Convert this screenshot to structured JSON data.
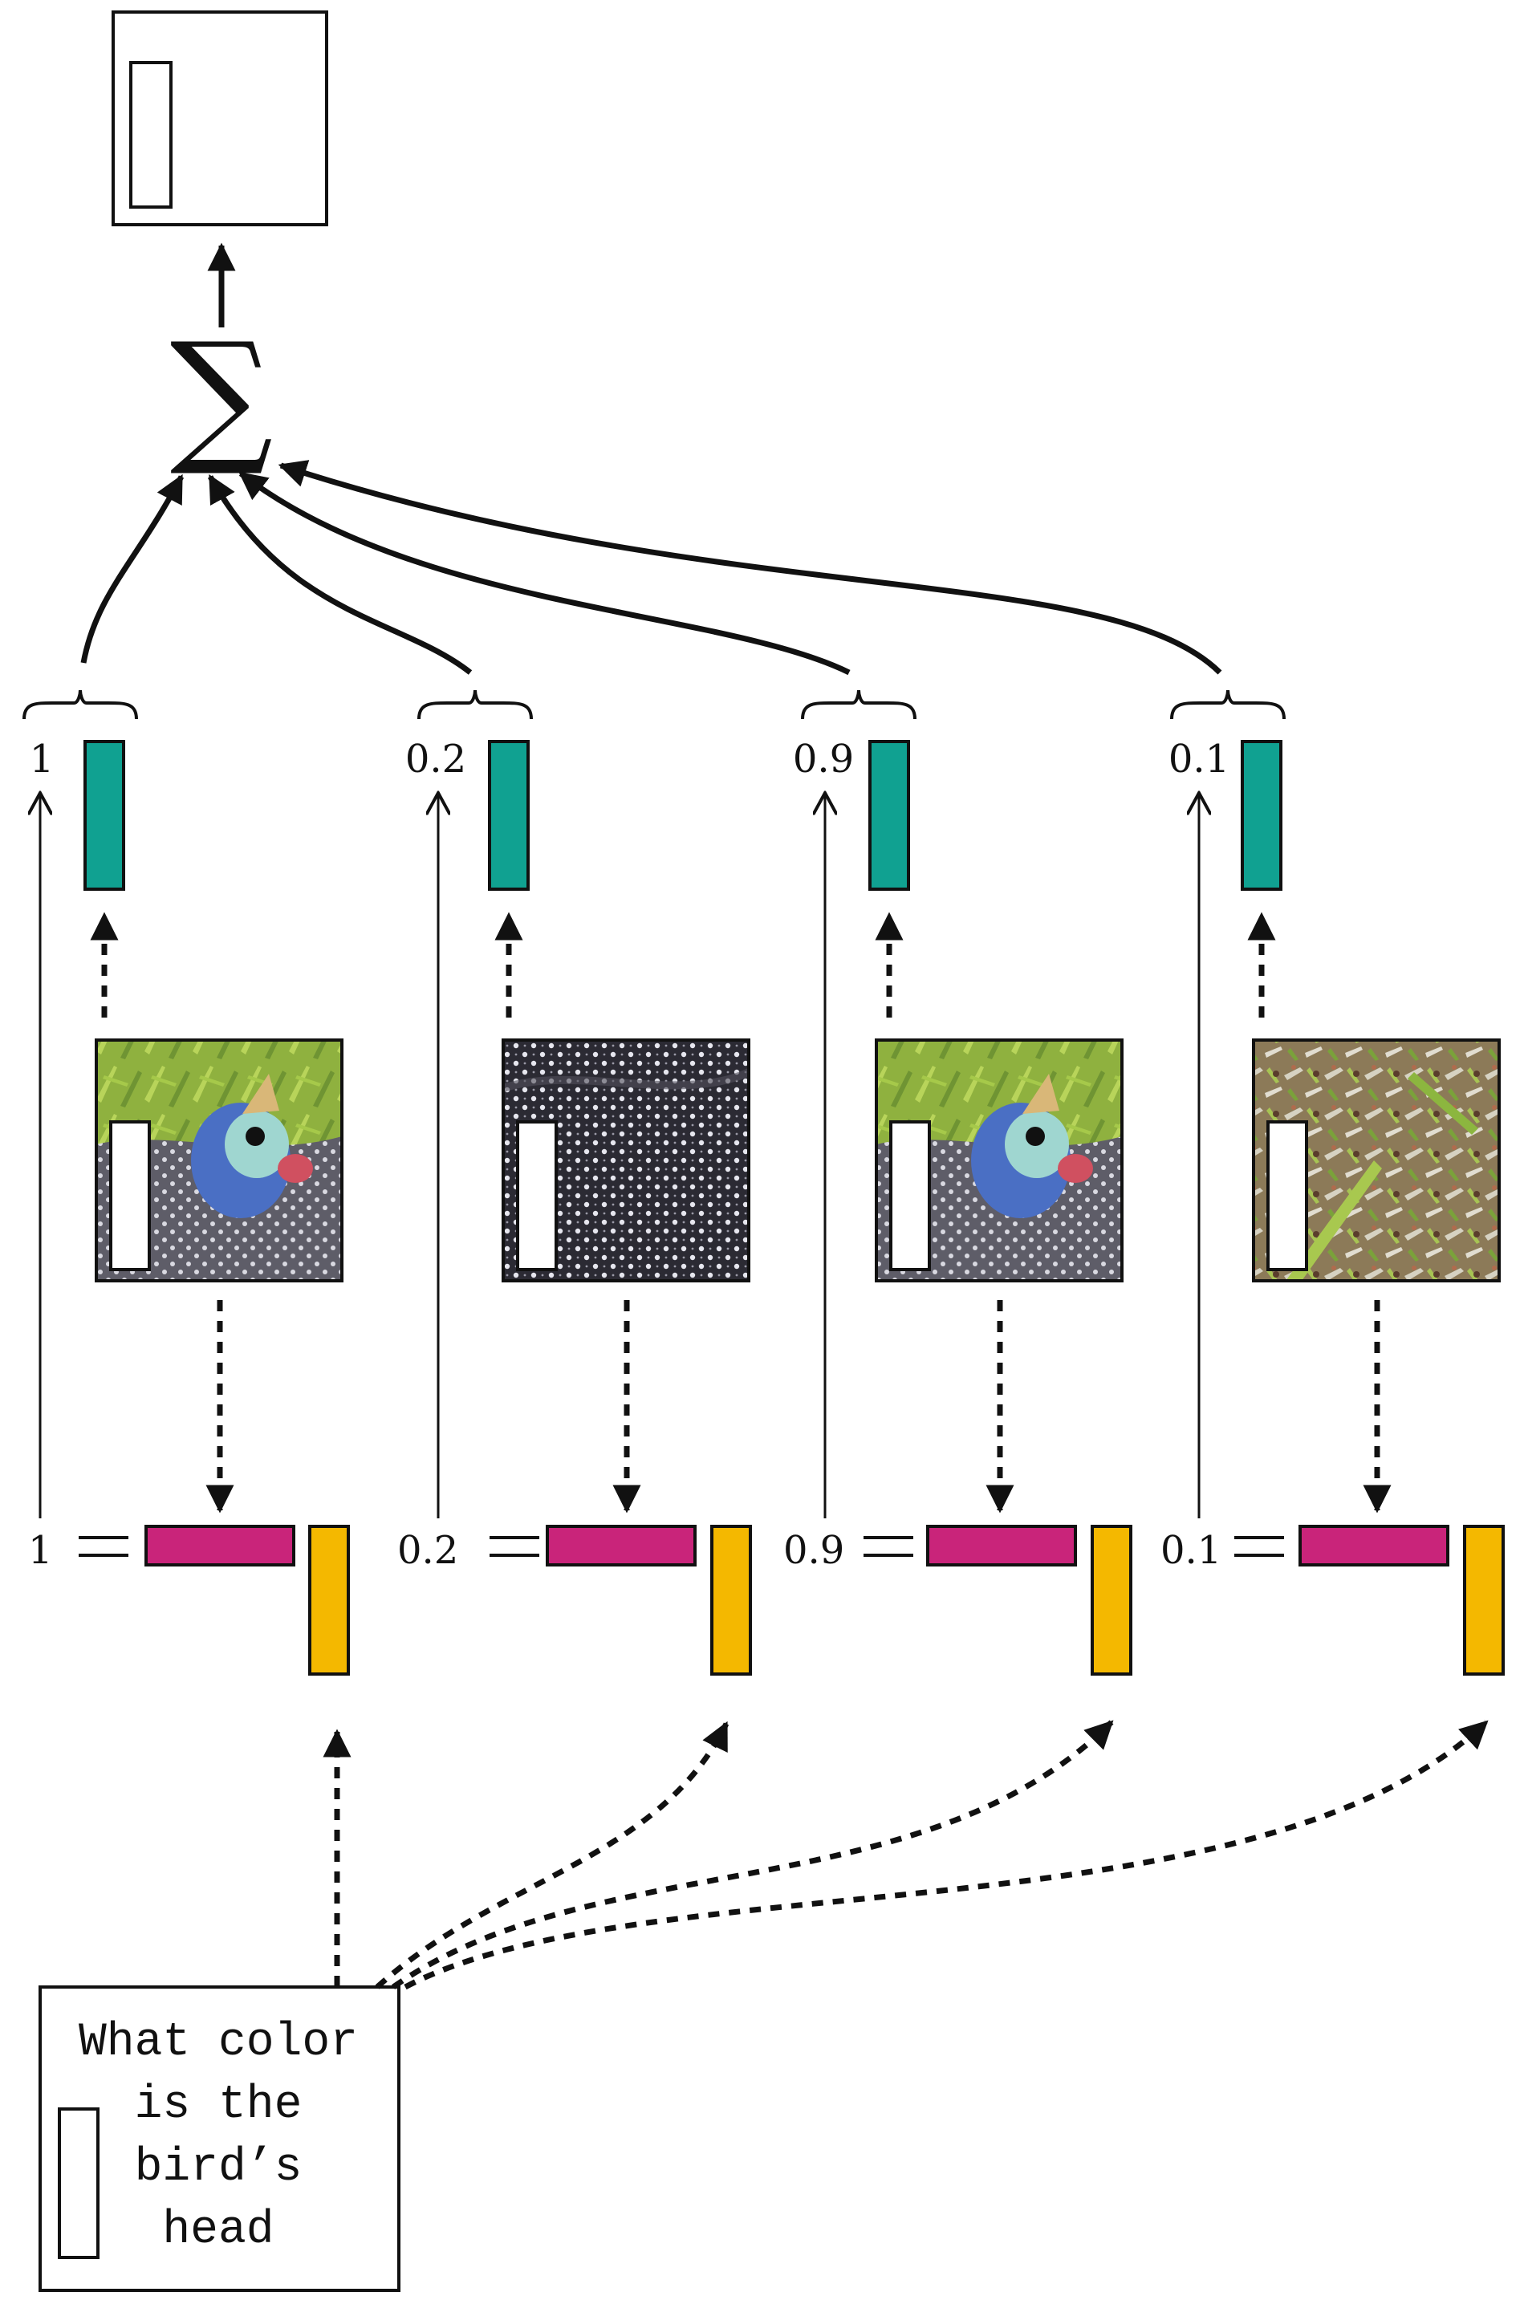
{
  "sum_symbol": "∑",
  "question_lines": [
    "What color",
    "is the",
    "bird’s",
    "head"
  ],
  "columns": [
    {
      "weight": "1",
      "image": "bird head close-up"
    },
    {
      "weight": "0.2",
      "image": "feather texture"
    },
    {
      "weight": "0.9",
      "image": "bird head close-up"
    },
    {
      "weight": "0.1",
      "image": "grass and ground"
    }
  ],
  "colors": {
    "teal": "#10a191",
    "magenta": "#c9247a",
    "yellow": "#f4b800",
    "line": "#111111"
  }
}
